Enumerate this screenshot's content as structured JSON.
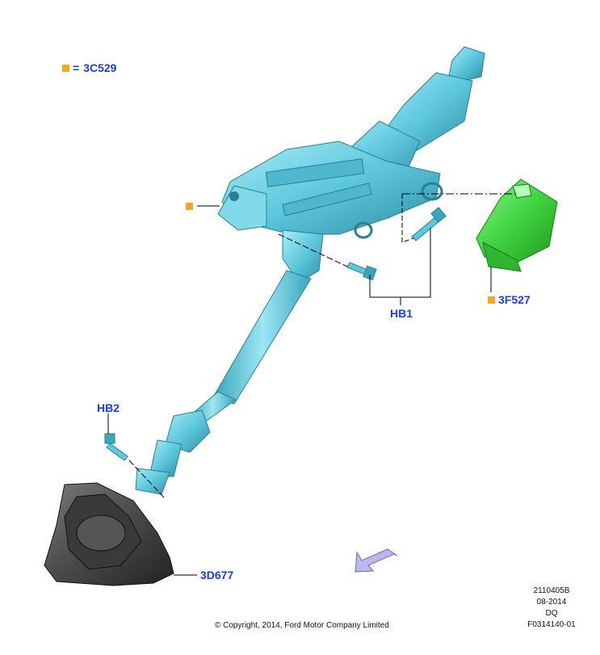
{
  "legend": {
    "code": "3C529"
  },
  "callouts": {
    "hb1": "HB1",
    "hb2": "HB2",
    "module": "3F527",
    "boot": "3D677"
  },
  "footer": {
    "copyright": "© Copyright, 2014, Ford Motor Company Limited",
    "ref_number": "2110405B",
    "date": "08-2014",
    "code": "DQ",
    "figure_id": "F0314140-01"
  },
  "colors": {
    "column": "#5ec8dc",
    "module": "#3fd33f",
    "boot": "#4a4a4a",
    "marker": "#f5a623",
    "label": "#1a3fd6"
  },
  "icons": [
    "direction-arrow-icon"
  ]
}
